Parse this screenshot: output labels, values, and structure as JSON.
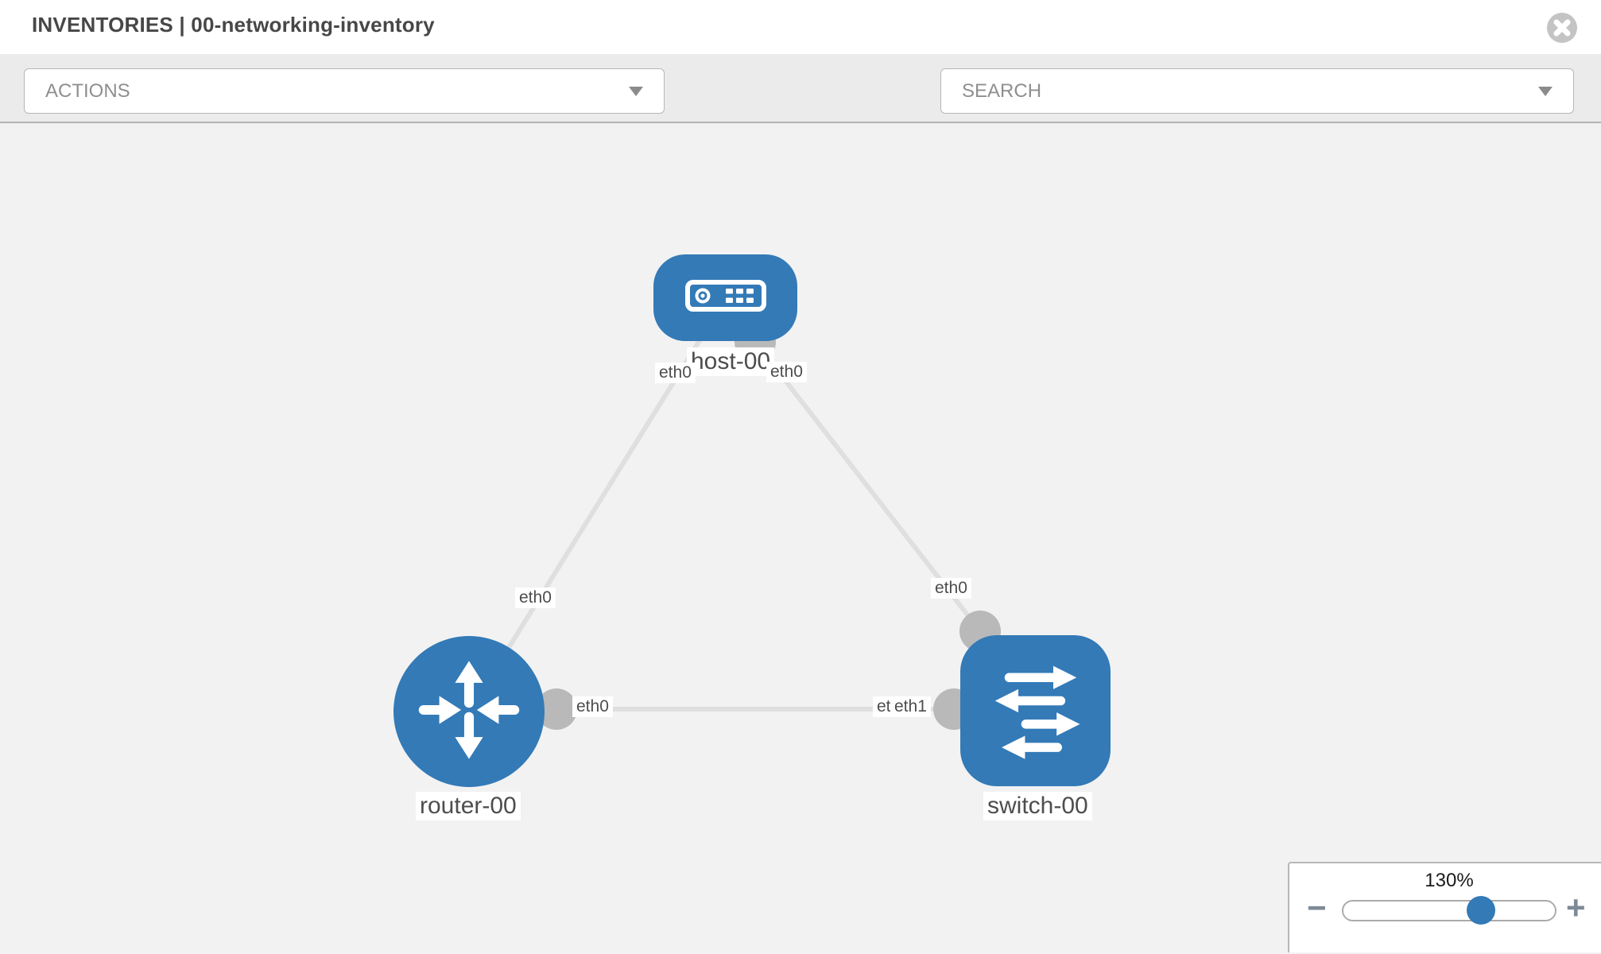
{
  "header": {
    "title": "INVENTORIES | 00-networking-inventory"
  },
  "toolbar": {
    "actions_dropdown": {
      "label": "ACTIONS"
    },
    "icons": {
      "wrench": "wrench-icon",
      "key": "key-icon"
    },
    "search_dropdown": {
      "label": "SEARCH"
    }
  },
  "topology": {
    "nodes": [
      {
        "id": "host-00",
        "label": "host-00",
        "type": "host"
      },
      {
        "id": "router-00",
        "label": "router-00",
        "type": "router"
      },
      {
        "id": "switch-00",
        "label": "switch-00",
        "type": "switch"
      }
    ],
    "links": [
      {
        "source": "host-00",
        "target": "router-00",
        "source_interface": "eth0",
        "target_interface": "eth0"
      },
      {
        "source": "host-00",
        "target": "switch-00",
        "source_interface": "eth0",
        "target_interface": "eth0"
      },
      {
        "source": "router-00",
        "target": "switch-00",
        "source_interface": "eth0",
        "target_interface": "eth1",
        "target_interface_overlapped": "eth1"
      }
    ]
  },
  "zoom_control": {
    "value": "130%",
    "minus": "−",
    "plus": "+"
  },
  "colors": {
    "node_blue": "#337ab7",
    "link_gray": "#dfdfdf",
    "port_gray": "#b9b9b9",
    "toolbar_bg": "#ebebeb",
    "canvas_bg": "#f2f2f2"
  }
}
